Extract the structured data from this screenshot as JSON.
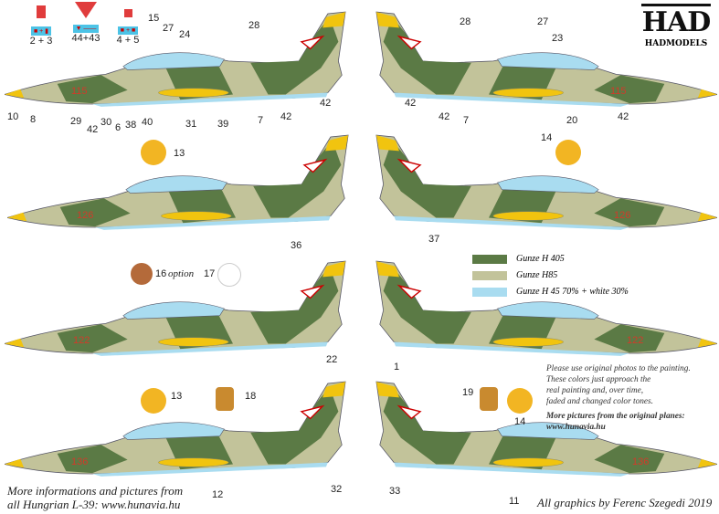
{
  "logo": {
    "mark": "HAD",
    "name": "HADMODELS"
  },
  "legend": [
    {
      "label": "Gunze H 405",
      "color": "#5b7a45"
    },
    {
      "label": "Gunze H85",
      "color": "#c2c39a"
    },
    {
      "label": "Gunze H 45 70% + white 30%",
      "color": "#a9dcf0"
    }
  ],
  "note": {
    "lines": [
      "Please use original photos to the painting.",
      "These colors just approach the",
      "real painting and, over time,",
      "faded and changed color tones."
    ],
    "more_title": "More pictures from the original planes:",
    "more_url": "www.hunavia.hu"
  },
  "footer": {
    "left_line1": "More informations and pictures from",
    "left_line2": "all Hungrian L-39: www.hunavia.hu",
    "right": "All graphics by Ferenc Szegedi 2019"
  },
  "decal_sets": [
    "2 + 3",
    "44+43",
    "4 + 5"
  ],
  "serials": [
    "115",
    "115",
    "126",
    "126",
    "122",
    "122",
    "136",
    "136"
  ],
  "option_label": "option",
  "callouts": {
    "row1_left": [
      "15",
      "27",
      "24",
      "28",
      "10",
      "8",
      "29",
      "42",
      "30",
      "6",
      "38",
      "40",
      "31",
      "39",
      "7",
      "42",
      "42"
    ],
    "row1_right": [
      "28",
      "27",
      "23",
      "42",
      "42",
      "7",
      "20",
      "42"
    ],
    "row2": [
      "13",
      "36",
      "14",
      "37"
    ],
    "row3": [
      "16",
      "17"
    ],
    "row4": [
      "13",
      "18",
      "22",
      "12",
      "32",
      "1",
      "19",
      "14",
      "33",
      "11"
    ]
  }
}
